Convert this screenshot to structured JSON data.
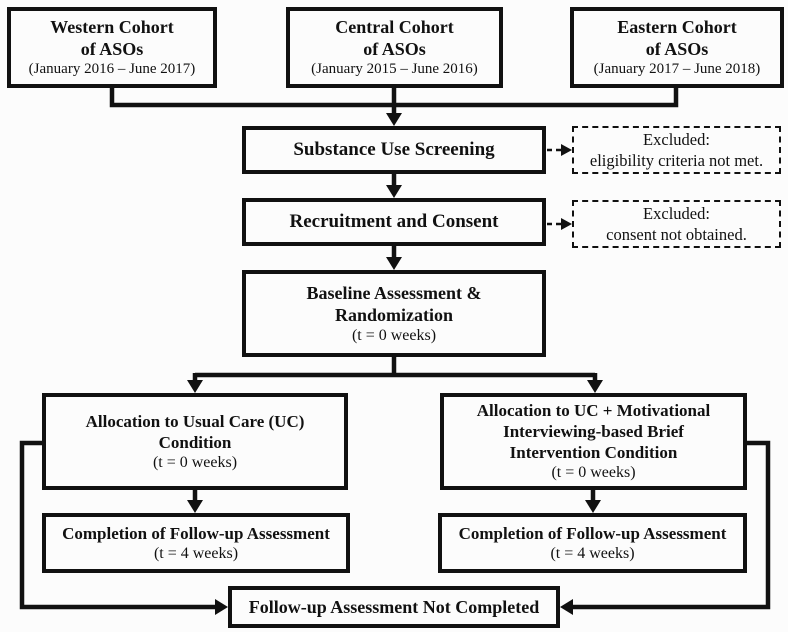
{
  "diagram": {
    "colors": {
      "line": "#111111",
      "background": "#fcfcfc"
    },
    "cohorts": {
      "western": {
        "name": "Western Cohort",
        "sub": "of ASOs",
        "period": "(January 2016 – June 2017)"
      },
      "central": {
        "name": "Central Cohort",
        "sub": "of ASOs",
        "period": "(January 2015 – June 2016)"
      },
      "eastern": {
        "name": "Eastern Cohort",
        "sub": "of ASOs",
        "period": "(January 2017 – June 2018)"
      }
    },
    "screening": {
      "label": "Substance Use Screening"
    },
    "excluded_screening": {
      "line1": "Excluded:",
      "line2": "eligibility criteria not met."
    },
    "recruitment": {
      "label": "Recruitment and Consent"
    },
    "excluded_consent": {
      "line1": "Excluded:",
      "line2": "consent not obtained."
    },
    "baseline": {
      "line1": "Baseline Assessment &",
      "line2": "Randomization",
      "time": "(t = 0 weeks)"
    },
    "allocation_uc": {
      "line1": "Allocation to Usual Care (UC)",
      "line2": "Condition",
      "time": "(t = 0 weeks)"
    },
    "allocation_mi": {
      "line1": "Allocation to UC + Motivational",
      "line2": "Interviewing-based Brief",
      "line3": "Intervention Condition",
      "time": "(t = 0 weeks)"
    },
    "completion_uc": {
      "line1": "Completion of Follow-up Assessment",
      "time": "(t = 4 weeks)"
    },
    "completion_mi": {
      "line1": "Completion of Follow-up Assessment",
      "time": "(t = 4 weeks)"
    },
    "not_completed": {
      "label": "Follow-up Assessment Not Completed"
    }
  }
}
